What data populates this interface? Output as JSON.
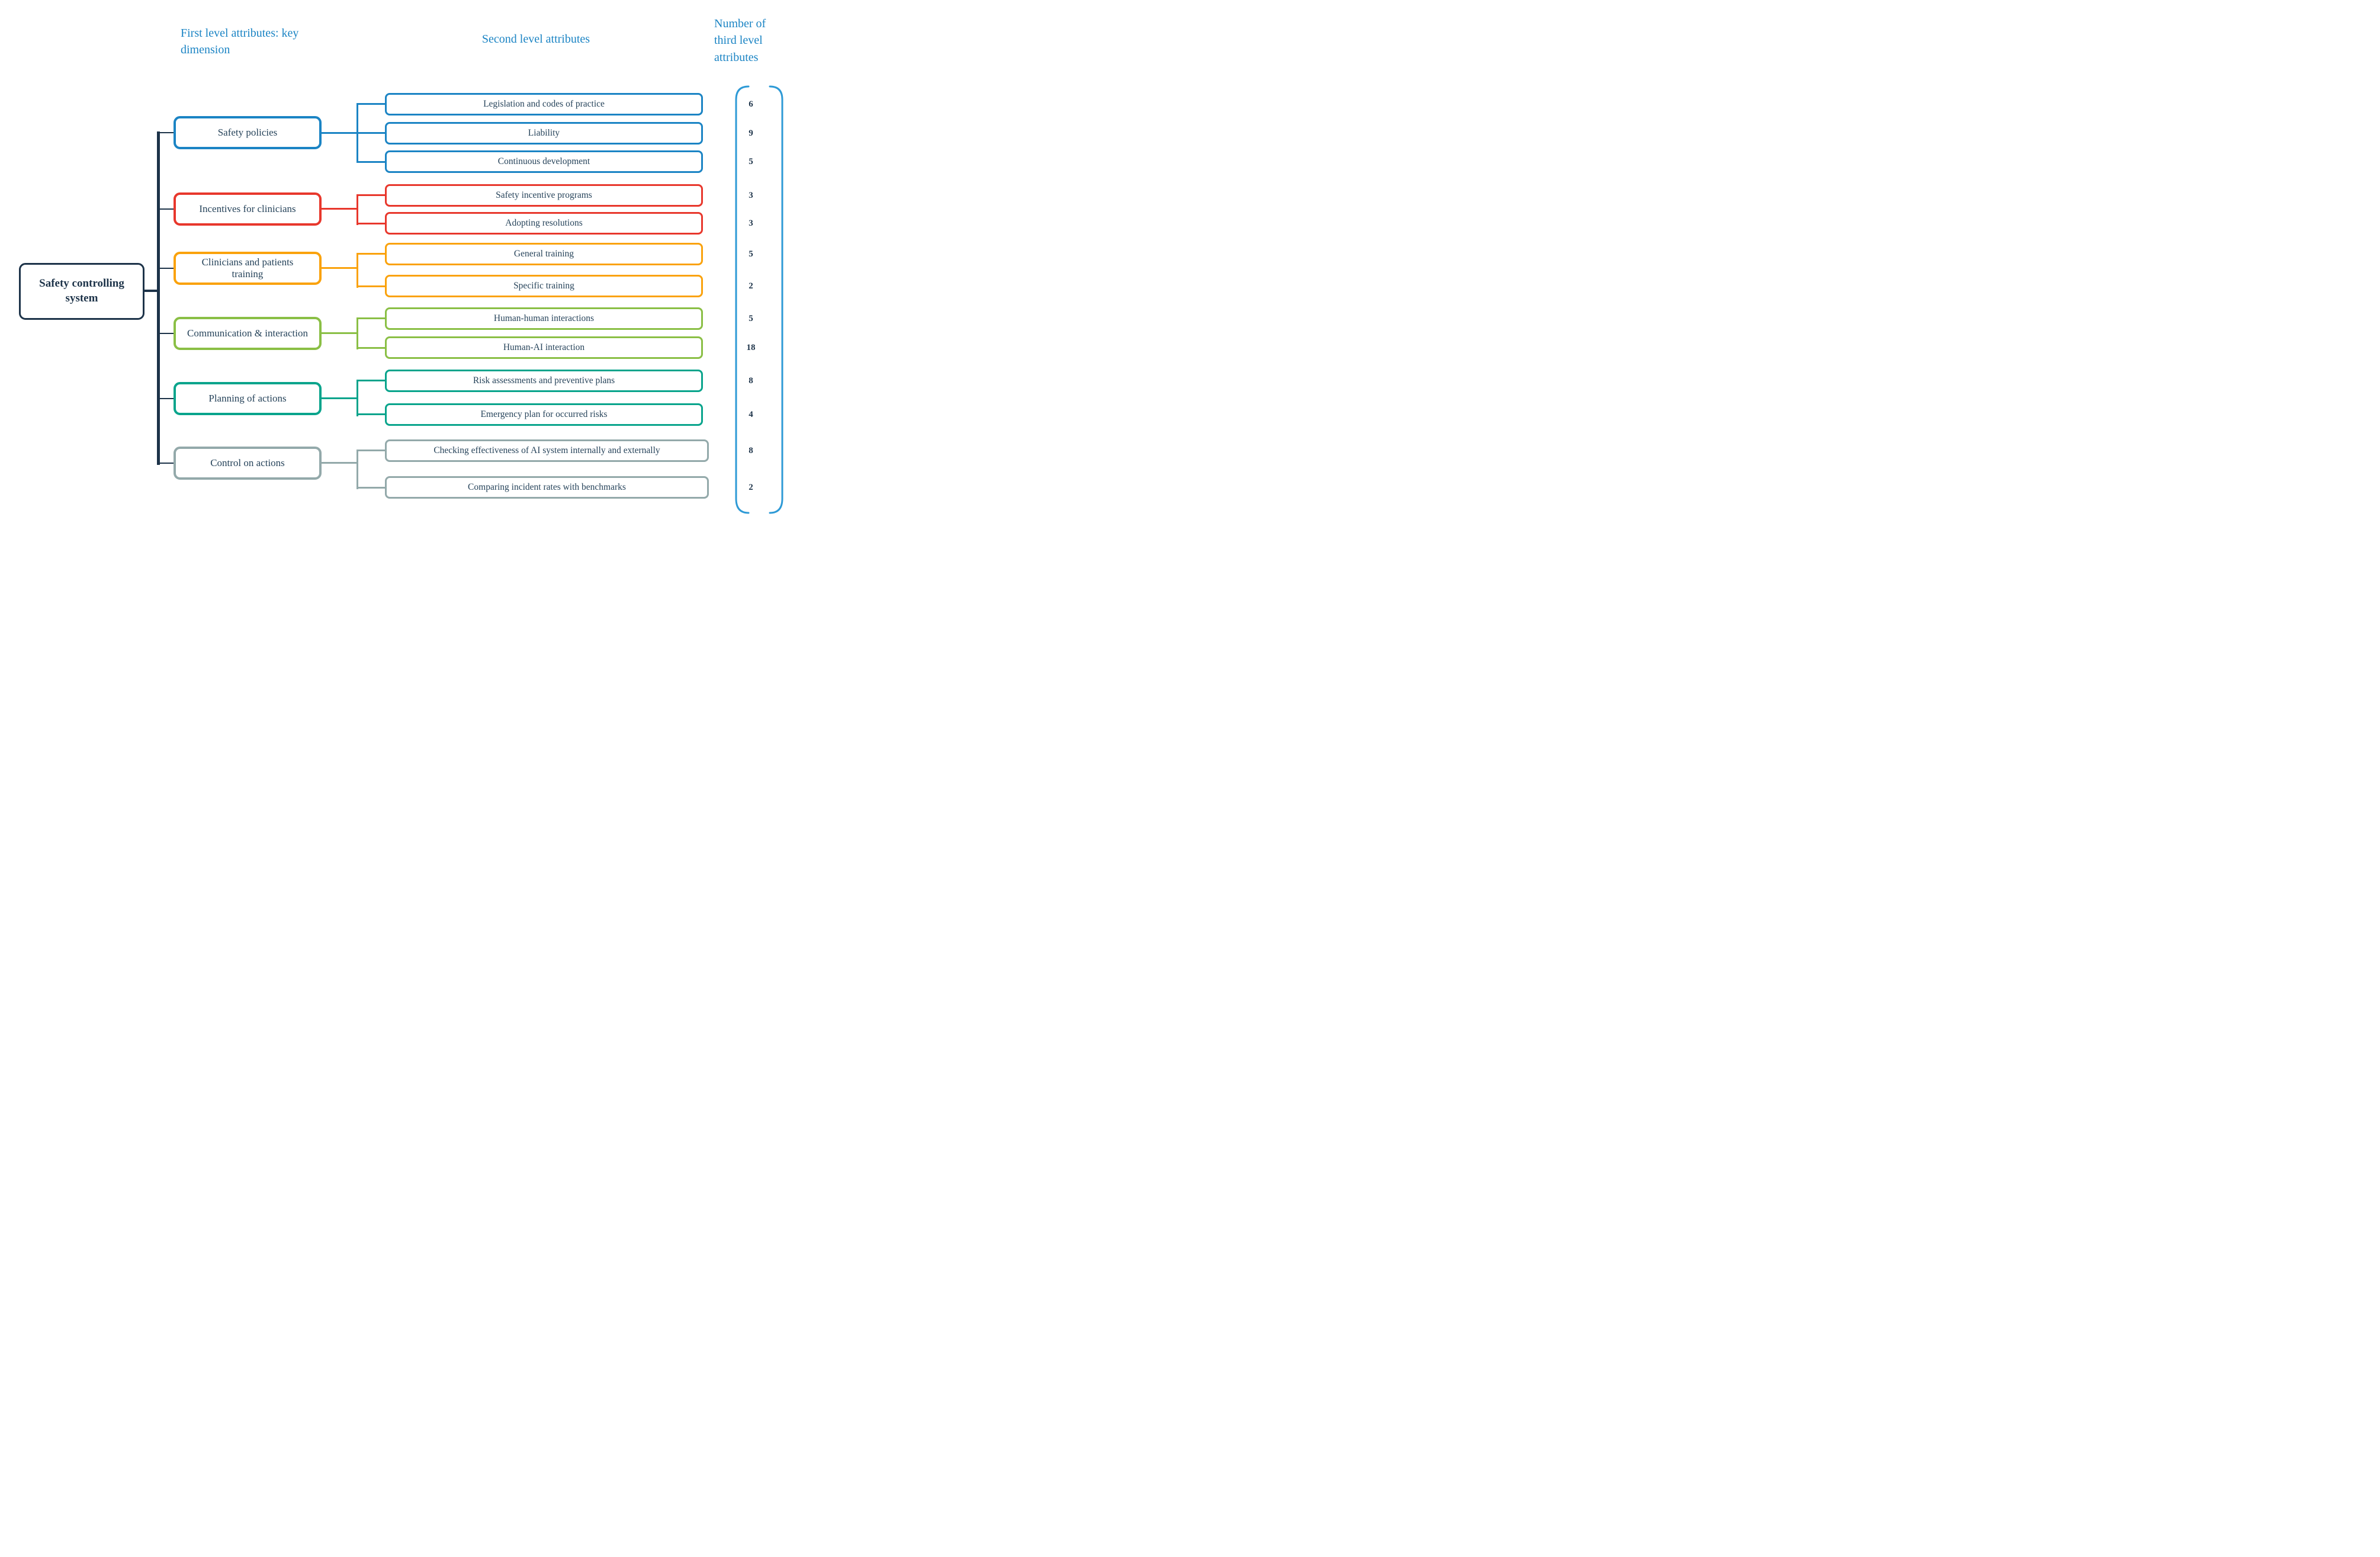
{
  "headers": {
    "first_level": "First level attributes: key dimension",
    "second_level": "Second level attributes",
    "third_level": "Number of third level attributes"
  },
  "root": {
    "label": "Safety controlling system"
  },
  "colors": {
    "root_and_trunk": "#1d3349",
    "box_text": "#26435a",
    "header_text": "#1b84c4",
    "bracket": "#2e9ad6",
    "groups": [
      "#1b84c4",
      "#e8372c",
      "#faa20c",
      "#8abf45",
      "#09a48c",
      "#93a9aa"
    ]
  },
  "groups": [
    {
      "label": "Safety policies",
      "color": "#1b84c4",
      "children": [
        {
          "label": "Legislation and codes of practice",
          "count": "6"
        },
        {
          "label": "Liability",
          "count": "9"
        },
        {
          "label": "Continuous development",
          "count": "5"
        }
      ]
    },
    {
      "label": "Incentives for clinicians",
      "color": "#e8372c",
      "children": [
        {
          "label": "Safety incentive programs",
          "count": "3"
        },
        {
          "label": "Adopting resolutions",
          "count": "3"
        }
      ]
    },
    {
      "label": "Clinicians and patients training",
      "color": "#faa20c",
      "children": [
        {
          "label": "General training",
          "count": "5"
        },
        {
          "label": "Specific training",
          "count": "2"
        }
      ]
    },
    {
      "label": "Communication & interaction",
      "color": "#8abf45",
      "children": [
        {
          "label": "Human-human interactions",
          "count": "5"
        },
        {
          "label": "Human-AI interaction",
          "count": "18"
        }
      ]
    },
    {
      "label": "Planning of actions",
      "color": "#09a48c",
      "children": [
        {
          "label": "Risk assessments and preventive plans",
          "count": "8"
        },
        {
          "label": "Emergency plan for occurred risks",
          "count": "4"
        }
      ]
    },
    {
      "label": "Control on actions",
      "color": "#93a9aa",
      "children": [
        {
          "label": "Checking effectiveness of AI system internally and externally",
          "count": "8"
        },
        {
          "label": "Comparing incident rates with benchmarks",
          "count": "2"
        }
      ]
    }
  ]
}
